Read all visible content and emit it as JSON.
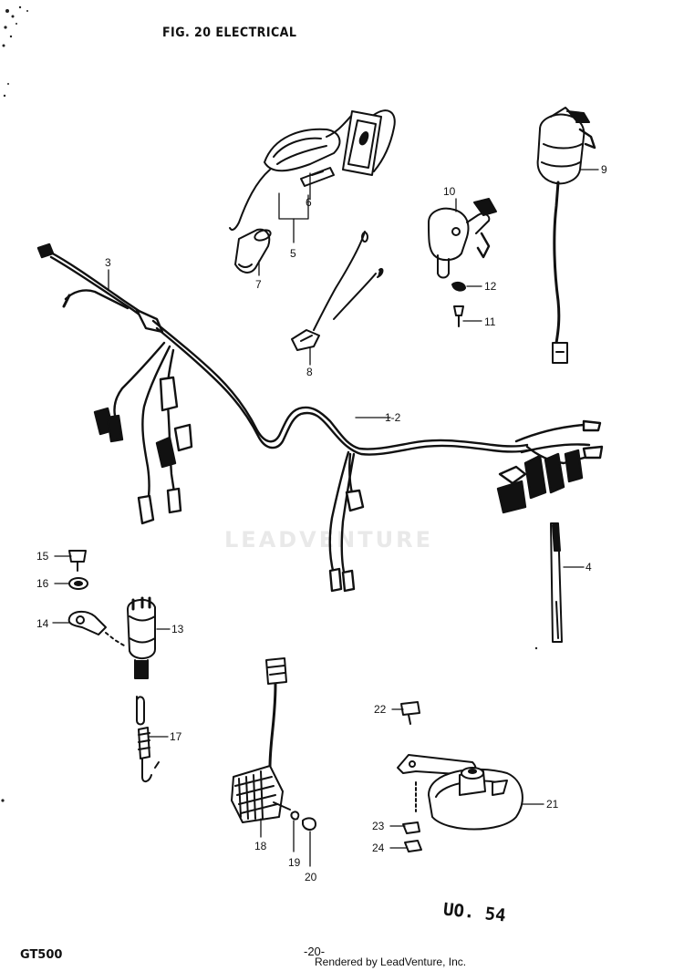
{
  "title": "FIG. 20 ELECTRICAL",
  "watermark": "LEADVENTURE",
  "stamp": "UO. 54",
  "model": "GT500",
  "page_number": "-20-",
  "credit": "Rendered by LeadVenture, Inc.",
  "callouts": {
    "c1_2": "1-2",
    "c3": "3",
    "c4": "4",
    "c5": "5",
    "c6": "6",
    "c7": "7",
    "c8": "8",
    "c9": "9",
    "c10": "10",
    "c11": "11",
    "c12": "12",
    "c13": "13",
    "c14": "14",
    "c15": "15",
    "c16": "16",
    "c17": "17",
    "c18": "18",
    "c19": "19",
    "c20": "20",
    "c21": "21",
    "c22": "22",
    "c23": "23",
    "c24": "24"
  }
}
